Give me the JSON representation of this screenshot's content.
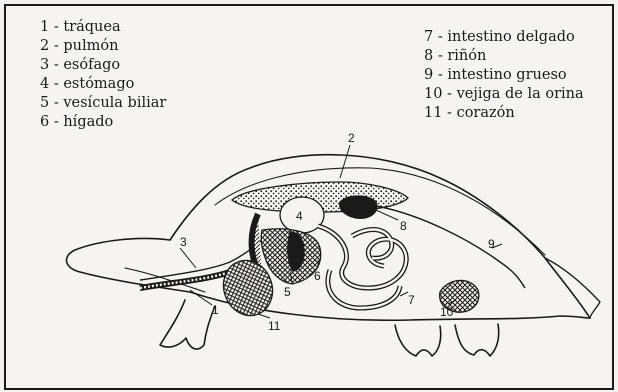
{
  "legend_left": [
    "1 - tráquea",
    "2 - pulmón",
    "3 - esófago",
    "4 - estómago",
    "5 - vesícula biliar",
    "6 - hígado"
  ],
  "legend_right": [
    "7 - intestino delgado",
    "8 - riñón",
    "9 - intestino grueso",
    "10 - vejiga de la orina",
    "11 - corazón"
  ],
  "callouts": [
    "1",
    "2",
    "3",
    "4",
    "5",
    "6",
    "7",
    "8",
    "9",
    "10",
    "11"
  ],
  "colors": {
    "ink": "#1a1a1a",
    "paper": "#f6f4f0"
  }
}
